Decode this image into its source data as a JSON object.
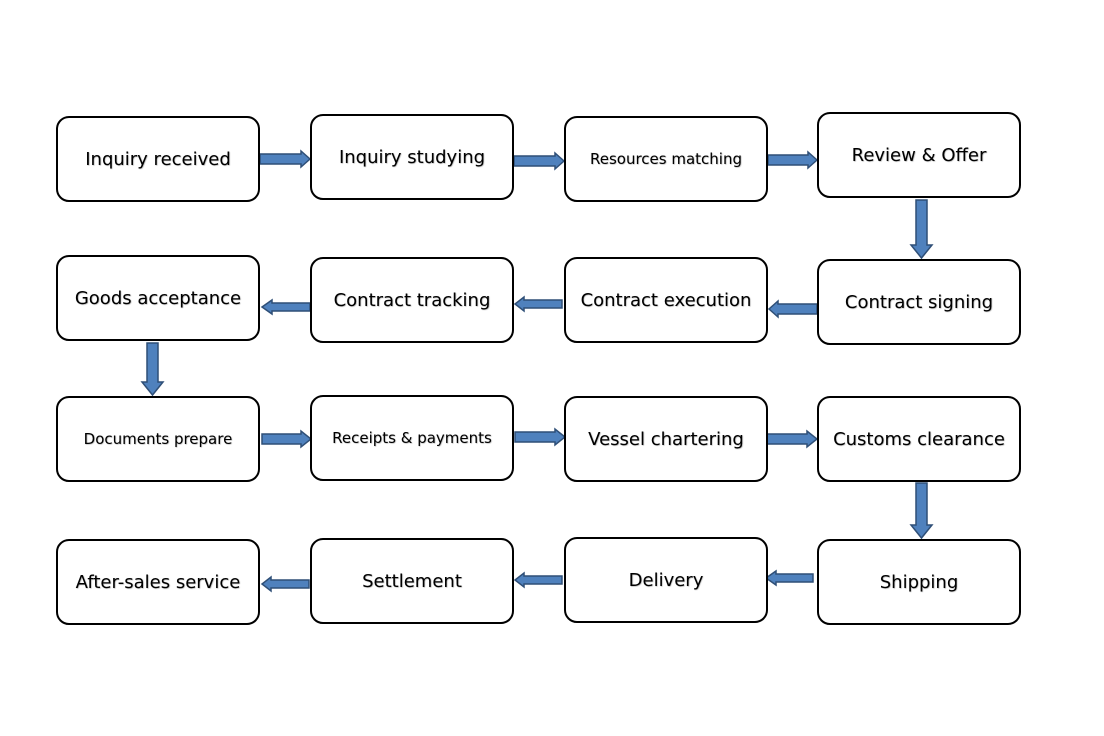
{
  "diagram": {
    "steps": [
      {
        "label": "Inquiry received"
      },
      {
        "label": "Inquiry studying"
      },
      {
        "label": "Resources matching"
      },
      {
        "label": "Review & Offer"
      },
      {
        "label": "Contract signing"
      },
      {
        "label": "Contract execution"
      },
      {
        "label": "Contract tracking"
      },
      {
        "label": "Goods acceptance"
      },
      {
        "label": "Documents prepare"
      },
      {
        "label": "Receipts & payments"
      },
      {
        "label": "Vessel chartering"
      },
      {
        "label": "Customs clearance"
      },
      {
        "label": "Shipping"
      },
      {
        "label": "Delivery"
      },
      {
        "label": "Settlement"
      },
      {
        "label": "After-sales service"
      }
    ],
    "connections": [
      {
        "from": "Inquiry received",
        "to": "Inquiry studying"
      },
      {
        "from": "Inquiry studying",
        "to": "Resources matching"
      },
      {
        "from": "Resources matching",
        "to": "Review & Offer"
      },
      {
        "from": "Review & Offer",
        "to": "Contract signing"
      },
      {
        "from": "Contract signing",
        "to": "Contract execution"
      },
      {
        "from": "Contract execution",
        "to": "Contract tracking"
      },
      {
        "from": "Contract tracking",
        "to": "Goods acceptance"
      },
      {
        "from": "Goods acceptance",
        "to": "Documents prepare"
      },
      {
        "from": "Documents prepare",
        "to": "Receipts & payments"
      },
      {
        "from": "Receipts & payments",
        "to": "Vessel chartering"
      },
      {
        "from": "Vessel chartering",
        "to": "Customs clearance"
      },
      {
        "from": "Customs clearance",
        "to": "Shipping"
      },
      {
        "from": "Shipping",
        "to": "Delivery"
      },
      {
        "from": "Delivery",
        "to": "Settlement"
      },
      {
        "from": "Settlement",
        "to": "After-sales service"
      }
    ],
    "colors": {
      "arrow_fill": "#4f81bd",
      "arrow_stroke": "#2f4f77",
      "box_border": "#000000",
      "background": "#ffffff"
    }
  }
}
